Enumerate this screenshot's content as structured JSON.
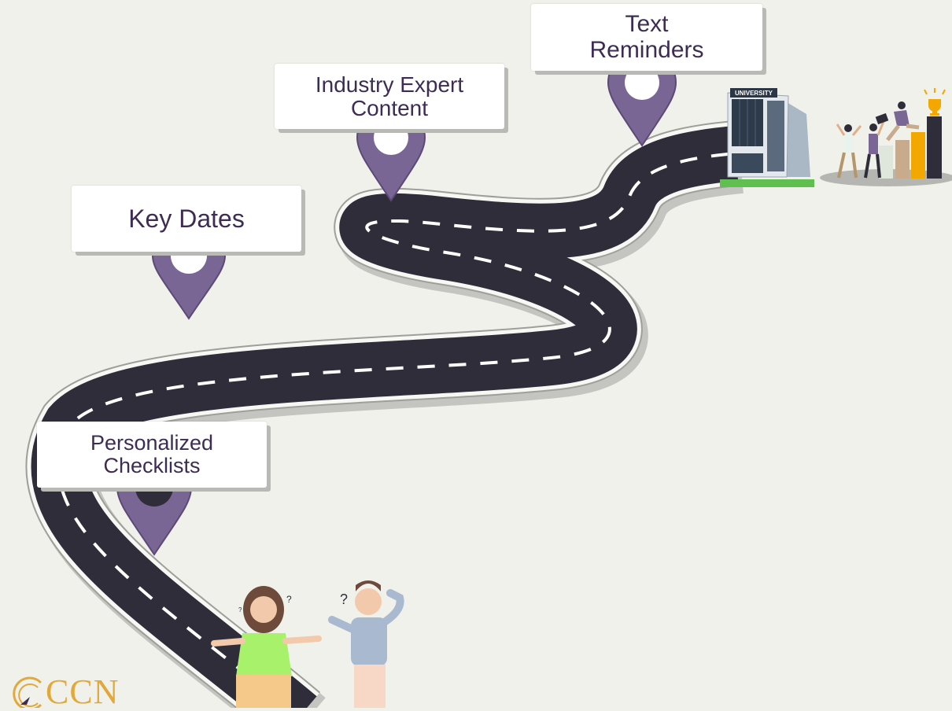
{
  "milestones": [
    {
      "id": "text-reminders",
      "label": "Text\nReminders"
    },
    {
      "id": "industry-expert-content",
      "label": "Industry Expert\nContent"
    },
    {
      "id": "key-dates",
      "label": "Key Dates"
    },
    {
      "id": "personalized-checklists",
      "label": "Personalized\nChecklists"
    }
  ],
  "building": {
    "sign_text": "UNIVERSITY"
  },
  "logo": {
    "text": "CCN"
  },
  "colors": {
    "background": "#f1f1ec",
    "road": "#2f2d39",
    "road_edge": "#b8b8b4",
    "pin": "#7a6694",
    "label_text": "#3d2c54",
    "logo": "#e2a93a"
  },
  "icons": [
    "map-pin-icon",
    "university-building-icon",
    "trophy-icon",
    "question-mark-icon"
  ]
}
